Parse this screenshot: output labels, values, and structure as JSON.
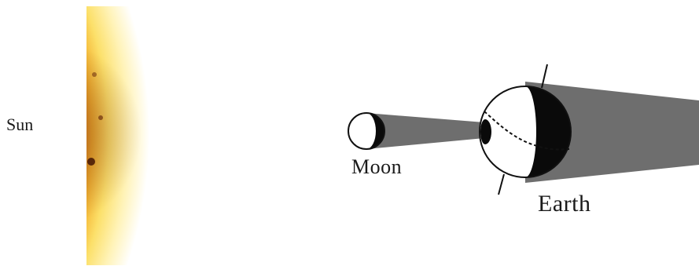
{
  "labels": {
    "sun": "Sun",
    "moon": "Moon",
    "earth": "Earth"
  },
  "colors": {
    "background": "#ffffff",
    "shadow": "#6e6e6e",
    "night_side": "#0a0a0a",
    "sun_core": "#d9540f",
    "sun_glow": "#fff6c8"
  }
}
